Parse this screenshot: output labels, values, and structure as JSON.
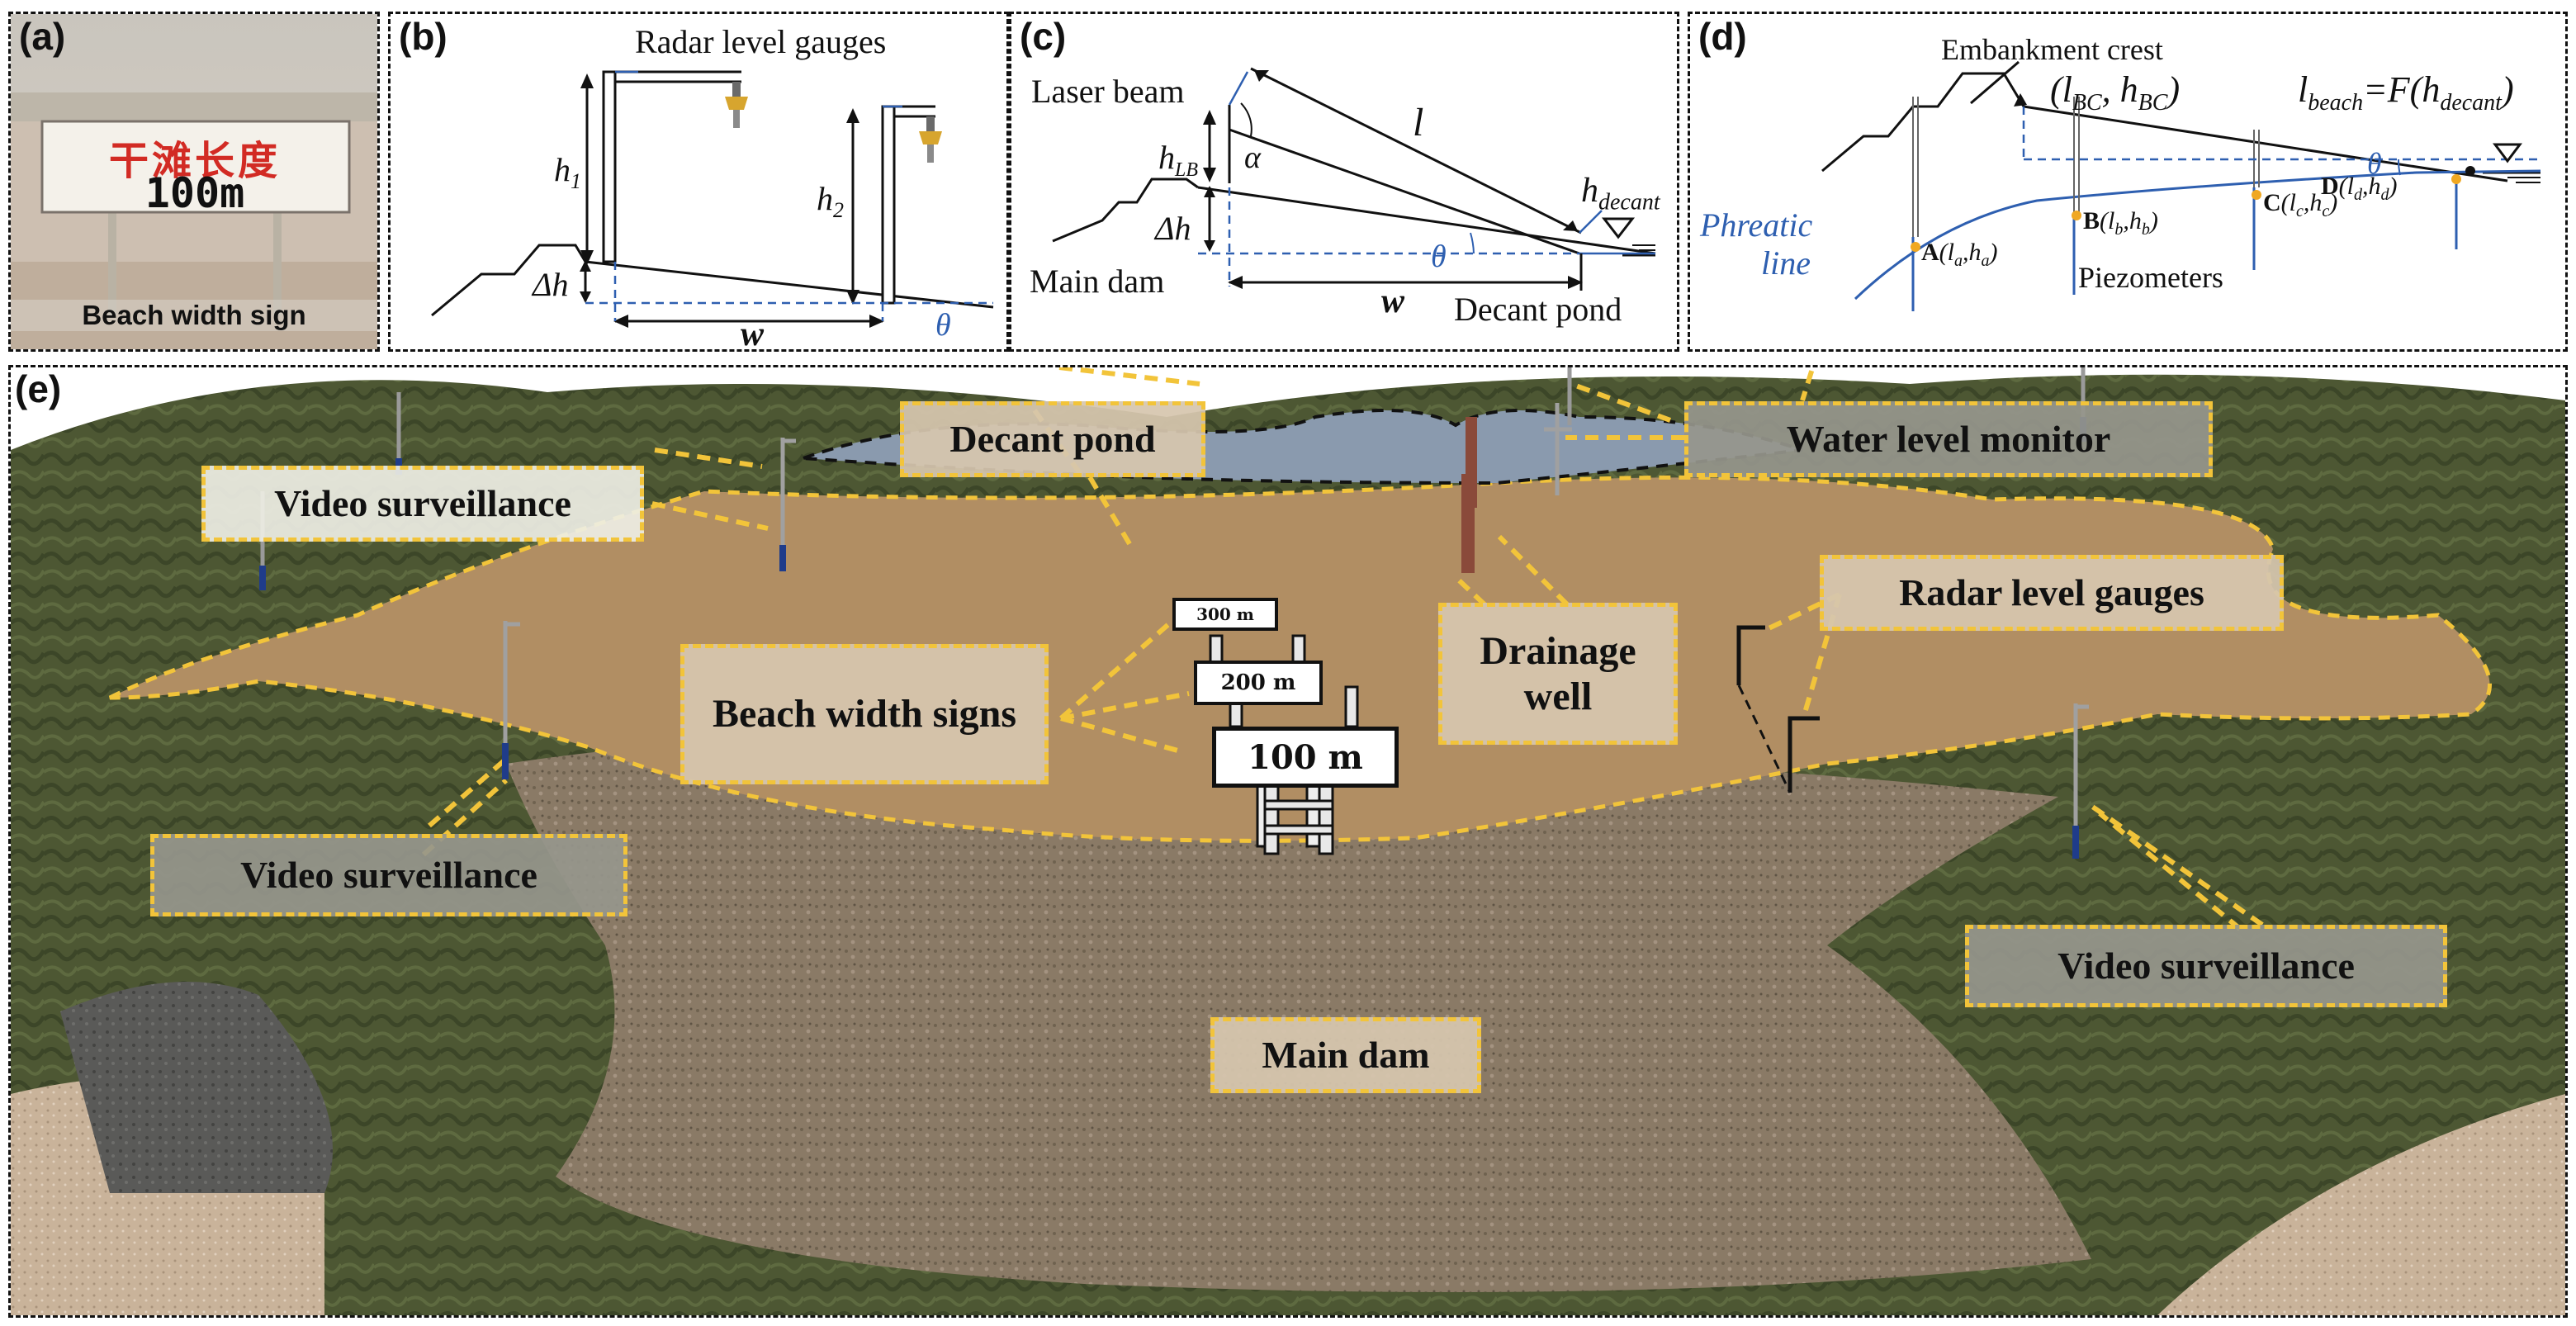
{
  "panels": {
    "a": {
      "label": "(a)",
      "sign_cn": "干滩长度",
      "sign_value": "100m",
      "caption": "Beach width sign"
    },
    "b": {
      "label": "(b)",
      "title": "Radar level gauges",
      "h1": "h",
      "h1_sub": "1",
      "h2": "h",
      "h2_sub": "2",
      "dh": "Δh",
      "w": "w",
      "theta": "θ"
    },
    "c": {
      "label": "(c)",
      "laser": "Laser beam",
      "hlb": "h",
      "hlb_sub": "LB",
      "alpha": "α",
      "l": "l",
      "hdecant": "h",
      "hdecant_sub": "decant",
      "dh": "Δh",
      "theta": "θ",
      "w": "w",
      "main_dam": "Main dam",
      "decant_pond": "Decant pond"
    },
    "d": {
      "label": "(d)",
      "crest": "Embankment crest",
      "lbc": "(l",
      "lbc_sub": "BC",
      "hbc": ", h",
      "hbc_sub": "BC",
      "close": ")",
      "formula_l": "l",
      "formula_l_sub": "beach",
      "formula_eq": "=F(h",
      "formula_h_sub": "decant",
      "formula_close": ")",
      "theta": "θ",
      "phreatic": "Phreatic",
      "line": "line",
      "piezometers": "Piezometers",
      "points": [
        {
          "name": "A",
          "coord": "(l",
          "sub1": "a",
          "mid": ",h",
          "sub2": "a",
          "close": ")"
        },
        {
          "name": "B",
          "coord": "(l",
          "sub1": "b",
          "mid": ",h",
          "sub2": "b",
          "close": ")"
        },
        {
          "name": "C",
          "coord": "(l",
          "sub1": "c",
          "mid": ",h",
          "sub2": "c",
          "close": ")"
        },
        {
          "name": "D",
          "coord": "(l",
          "sub1": "d",
          "mid": ",h",
          "sub2": "d",
          "close": ")"
        }
      ]
    },
    "e": {
      "label": "(e)",
      "callouts": {
        "decant_pond": "Decant pond",
        "water_level_monitor": "Water level monitor",
        "video_top": "Video surveillance",
        "radar": "Radar level gauges",
        "beach_signs": "Beach width signs",
        "drainage": "Drainage well",
        "video_left": "Video surveillance",
        "video_right": "Video surveillance",
        "main_dam": "Main dam"
      },
      "signs": [
        "300 m",
        "200 m",
        "100 m"
      ]
    }
  },
  "colors": {
    "callout_border": "#f2c43a",
    "blue_line": "#2e5fb0",
    "beach": "#b08a5e",
    "dam": "#8c7b66",
    "vegetation": "#4f5a35",
    "pond": "#8a9aae"
  }
}
